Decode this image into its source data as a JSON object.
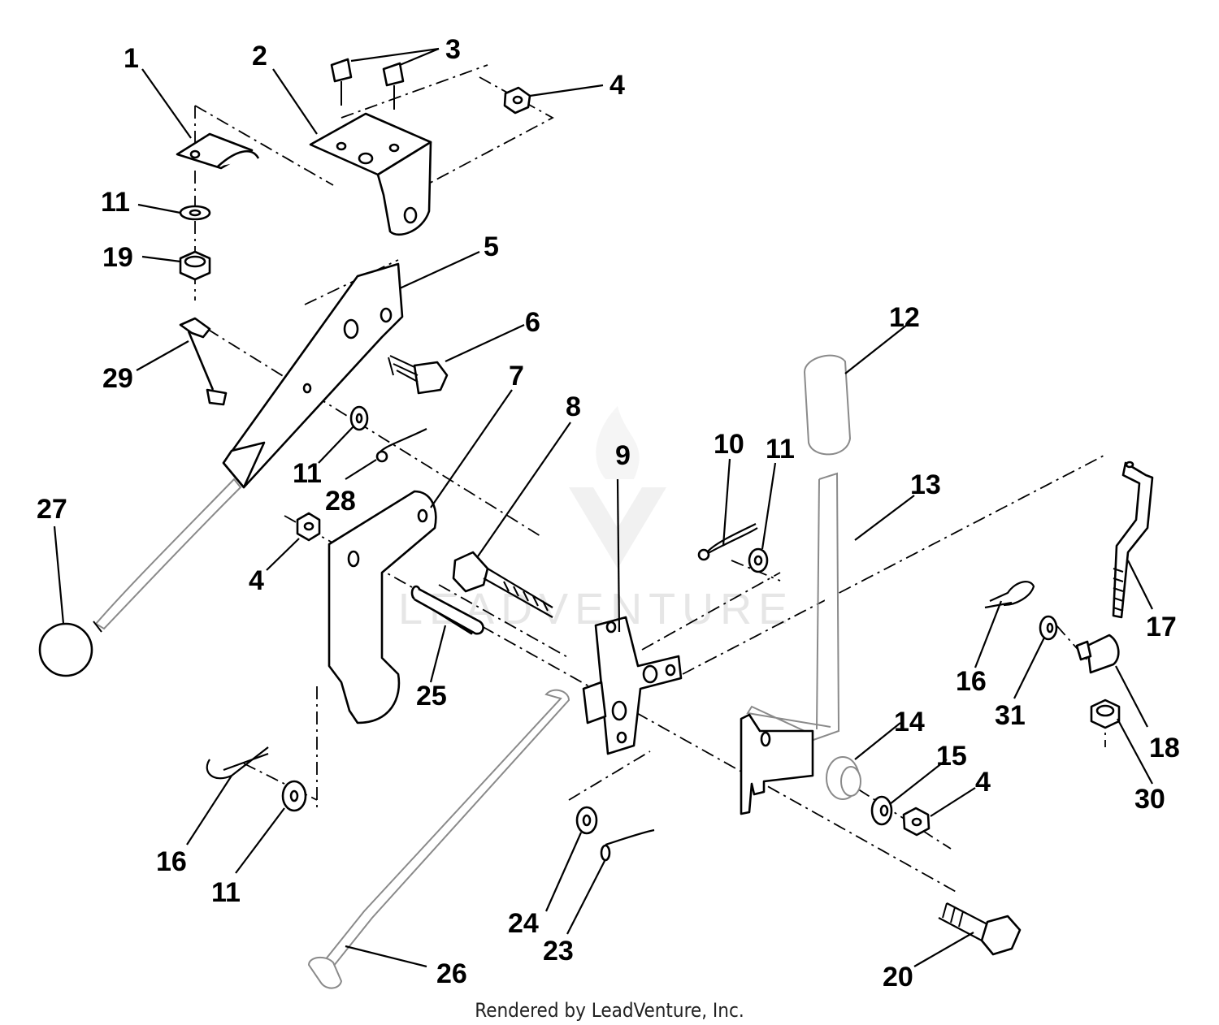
{
  "diagram": {
    "callouts": {
      "c1": "1",
      "c2": "2",
      "c3": "3",
      "c4a": "4",
      "c4b": "4",
      "c4c": "4",
      "c5": "5",
      "c6": "6",
      "c7": "7",
      "c8": "8",
      "c9": "9",
      "c10": "10",
      "c11a": "11",
      "c11b": "11",
      "c11c": "11",
      "c11d": "11",
      "c12": "12",
      "c13": "13",
      "c14": "14",
      "c15": "15",
      "c16a": "16",
      "c16b": "16",
      "c17": "17",
      "c18": "18",
      "c19": "19",
      "c20": "20",
      "c23": "23",
      "c24": "24",
      "c25": "25",
      "c26": "26",
      "c27": "27",
      "c28": "28",
      "c29": "29",
      "c30": "30",
      "c31": "31"
    },
    "watermark": "LEADVENTURE",
    "footer": "Rendered by LeadVenture, Inc."
  }
}
